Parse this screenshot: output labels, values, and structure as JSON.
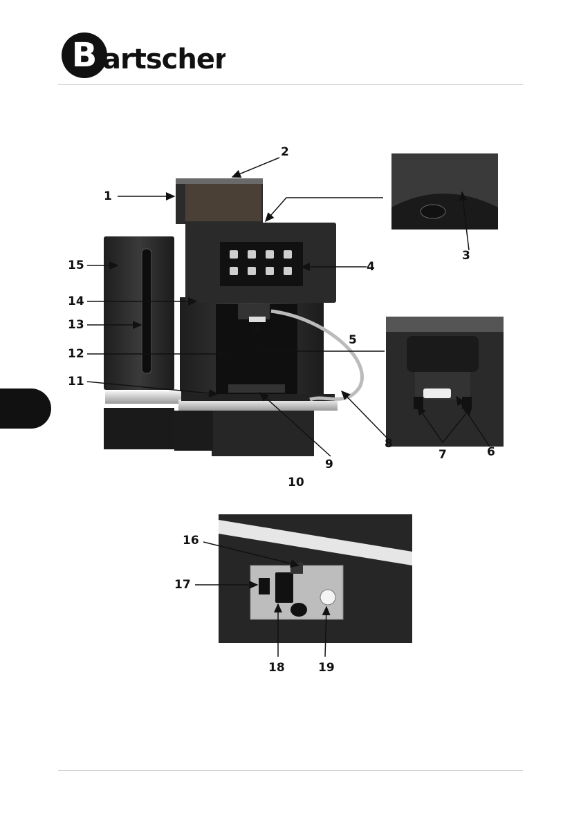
{
  "brand": {
    "name": "Bartscher",
    "initial": "B",
    "rest": "artscher"
  },
  "callouts": {
    "c1": "1",
    "c2": "2",
    "c3": "3",
    "c4": "4",
    "c5": "5",
    "c6": "6",
    "c7": "7",
    "c8": "8",
    "c9": "9",
    "c10": "10",
    "c11": "11",
    "c12": "12",
    "c13": "13",
    "c14": "14",
    "c15": "15",
    "c16": "16",
    "c17": "17",
    "c18": "18",
    "c19": "19"
  }
}
